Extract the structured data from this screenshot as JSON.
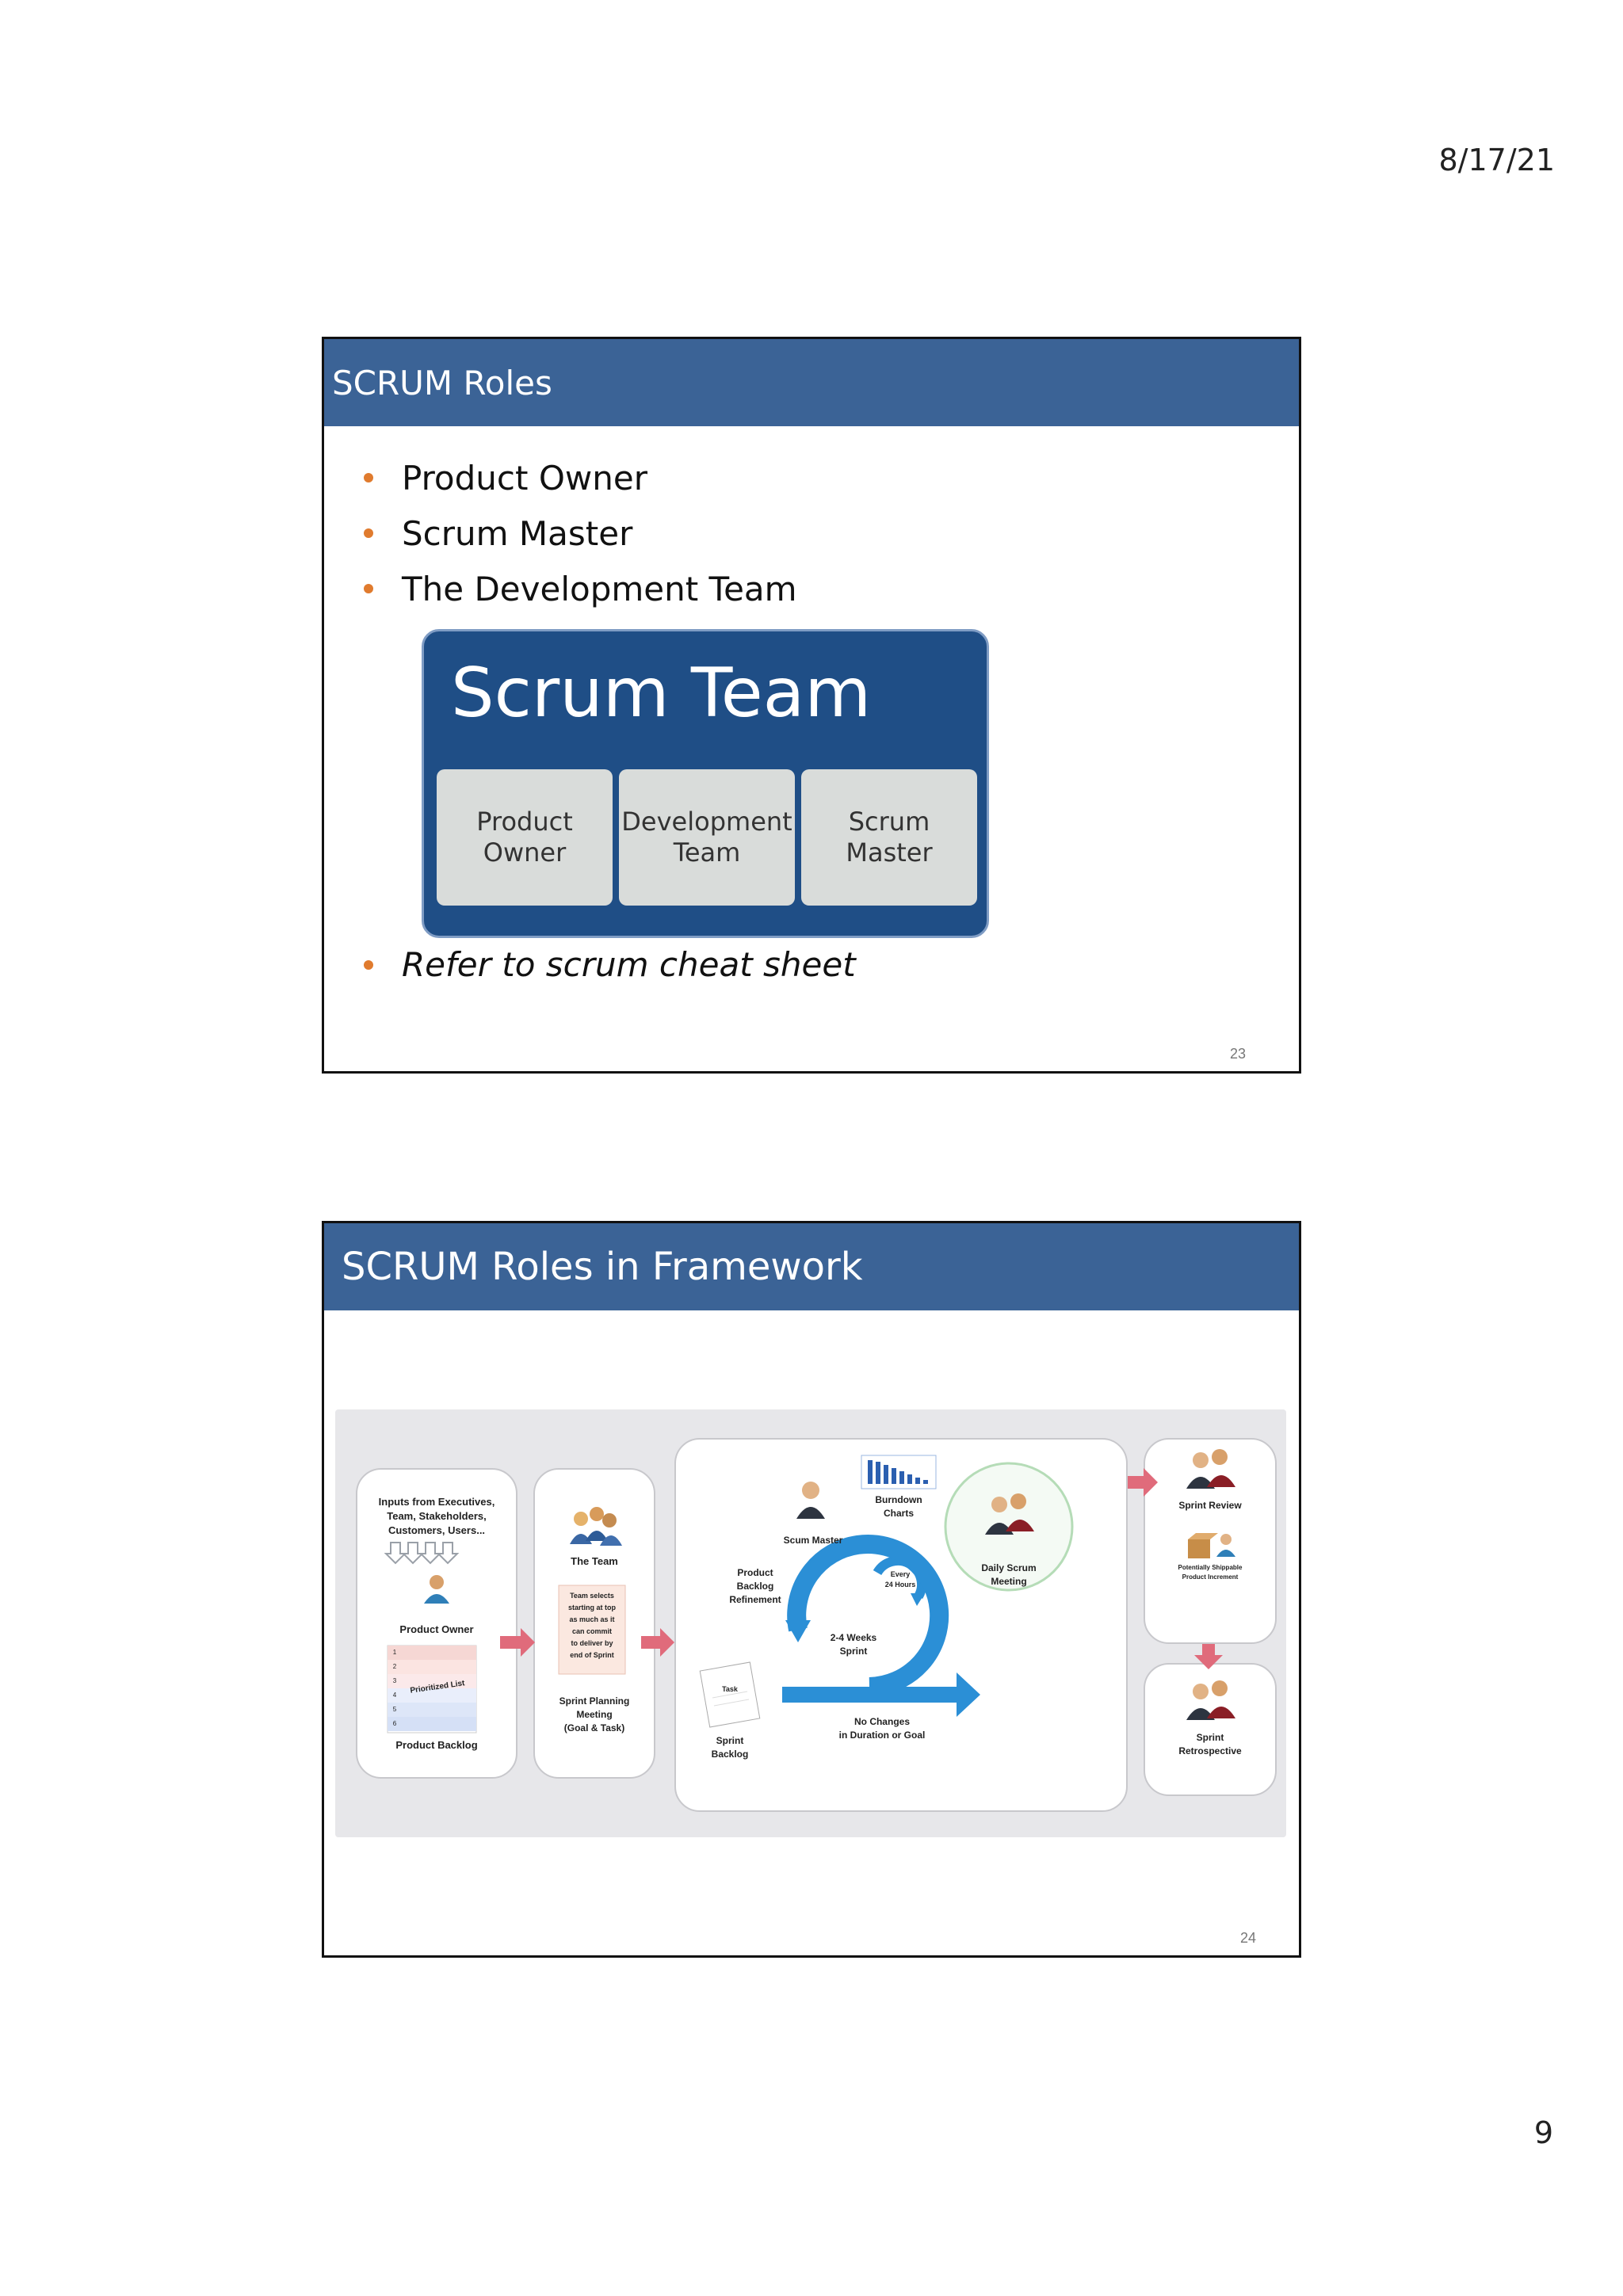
{
  "page": {
    "date": "8/17/21",
    "page_number": "9"
  },
  "slide1": {
    "title": "SCRUM Roles",
    "bullets": [
      "Product Owner",
      "Scrum Master",
      "The Development Team"
    ],
    "diagram": {
      "title": "Scrum Team",
      "boxes": [
        "Product\nOwner",
        "Development\nTeam",
        "Scrum\nMaster"
      ]
    },
    "note": "Refer to scrum cheat sheet",
    "slide_number": "23"
  },
  "slide2": {
    "title": "SCRUM Roles in Framework",
    "slide_number": "24",
    "framework": {
      "inputs": "Inputs from Executives,\nTeam, Stakeholders,\nCustomers, Users...",
      "product_owner": "Product Owner",
      "prioritized_list": "Prioritized List",
      "backlog_numbers": [
        "1",
        "2",
        "3",
        "4",
        "5",
        "6"
      ],
      "product_backlog": "Product Backlog",
      "the_team": "The Team",
      "team_selects": "Team selects\nstarting at top\nas much as it\ncan commit\nto deliver by\nend of Sprint",
      "sprint_planning": "Sprint Planning\nMeeting\n(Goal & Task)",
      "scrum_master": "Scum Master",
      "burndown": "Burndown\nCharts",
      "refinement": "Product\nBacklog\nRefinement",
      "every_24": "Every\n24 Hours",
      "daily_scrum": "Daily Scrum\nMeeting",
      "weeks": "2-4 Weeks\nSprint",
      "task": "Task",
      "sprint_backlog": "Sprint\nBacklog",
      "no_changes": "No Changes\nin Duration or Goal",
      "sprint_review": "Sprint Review",
      "increment": "Potentially Shippable\nProduct Increment",
      "retrospective": "Sprint\nRetrospective"
    }
  },
  "colors": {
    "header": "#3b6396",
    "team_bg": "#1f4e86",
    "bullet": "#e07b2e",
    "cycle": "#2b8fd6",
    "arrow": "#e06b7b"
  }
}
